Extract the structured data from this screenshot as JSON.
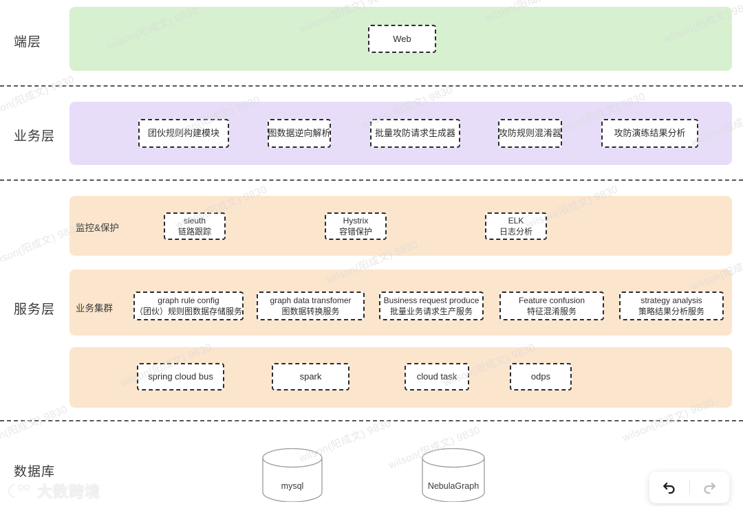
{
  "diagram": {
    "title": "系统分层架构图",
    "colors": {
      "client_band": "#d6f0d0",
      "business_band": "#e7ddf8",
      "service_band": "#fbe5cd",
      "node_border": "#2b2b2b",
      "separator": "#555555"
    },
    "layers": [
      {
        "key": "client",
        "label": "端层"
      },
      {
        "key": "business",
        "label": "业务层"
      },
      {
        "key": "service",
        "label": "服务层"
      },
      {
        "key": "database",
        "label": "数据库"
      }
    ],
    "row_labels": {
      "monitoring": "监控&保护",
      "cluster": "业务集群"
    },
    "client_nodes": [
      {
        "primary": "Web",
        "secondary": ""
      }
    ],
    "business_nodes": [
      {
        "primary": "团伙规则构建模块",
        "secondary": ""
      },
      {
        "primary": "图数据逆向解析",
        "secondary": ""
      },
      {
        "primary": "批量攻防请求生成器",
        "secondary": ""
      },
      {
        "primary": "攻防规则混淆器",
        "secondary": ""
      },
      {
        "primary": "攻防演练结果分析",
        "secondary": ""
      }
    ],
    "monitoring_nodes": [
      {
        "primary": "sleuth",
        "secondary": "链路跟踪"
      },
      {
        "primary": "Hystrix",
        "secondary": "容错保护"
      },
      {
        "primary": "ELK",
        "secondary": "日志分析"
      }
    ],
    "cluster_nodes": [
      {
        "primary": "graph rule config",
        "secondary": "（团伙）规则图数据存储服务"
      },
      {
        "primary": "graph data transfomer",
        "secondary": "图数据转换服务"
      },
      {
        "primary": "Business request produce",
        "secondary": "批量业务请求生产服务"
      },
      {
        "primary": "Feature confusion",
        "secondary": "特征混淆服务"
      },
      {
        "primary": "strategy analysis",
        "secondary": "策略结果分析服务"
      }
    ],
    "infra_nodes": [
      {
        "primary": "spring cloud bus",
        "secondary": ""
      },
      {
        "primary": "spark",
        "secondary": ""
      },
      {
        "primary": "cloud task",
        "secondary": ""
      },
      {
        "primary": "odps",
        "secondary": ""
      }
    ],
    "database_nodes": [
      {
        "primary": "mysql",
        "secondary": ""
      },
      {
        "primary": "NebulaGraph",
        "secondary": ""
      }
    ]
  },
  "toolbar": {
    "undo_label": "undo-arrow-icon",
    "redo_label": "redo-arrow-icon"
  },
  "watermark": {
    "text": "wilson(阳成文) 9830"
  },
  "logo": {
    "text": "大数跨境"
  }
}
